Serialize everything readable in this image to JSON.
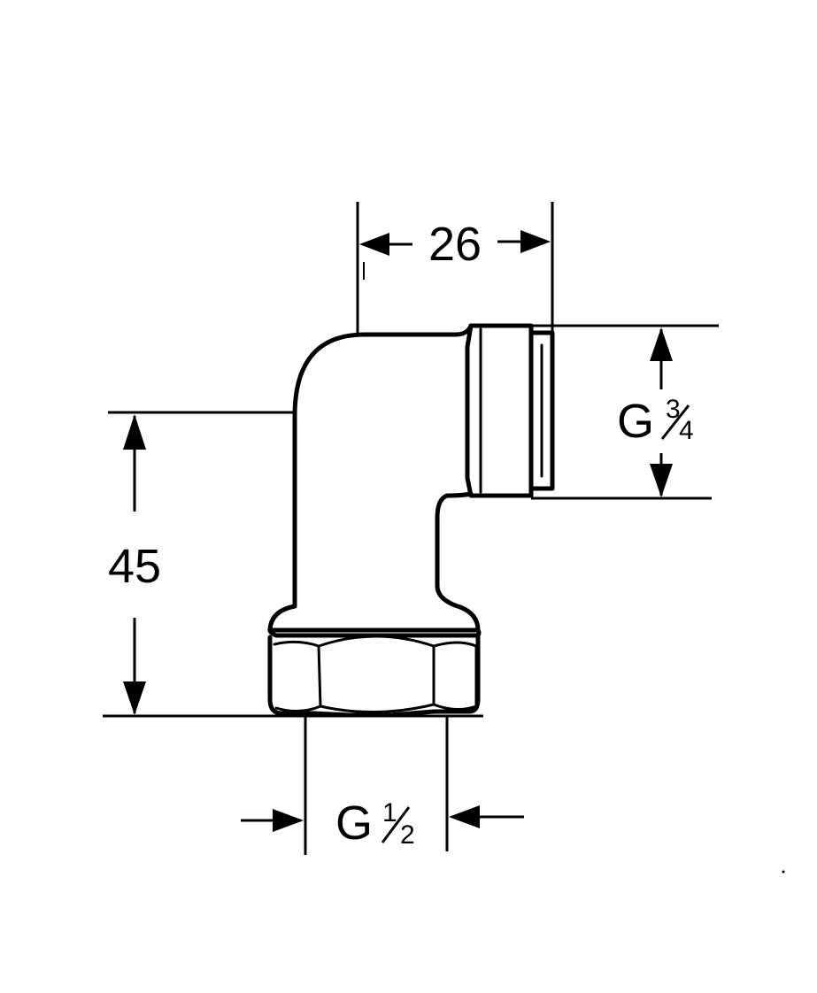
{
  "dimensions": {
    "width_label": "26",
    "height_label": "45",
    "thread_bottom": {
      "prefix": "G",
      "numerator": "1",
      "denominator": "2"
    },
    "thread_side": {
      "prefix": "G",
      "numerator": "3",
      "denominator": "4"
    }
  },
  "colors": {
    "ink": "#000000",
    "paper": "#ffffff"
  }
}
